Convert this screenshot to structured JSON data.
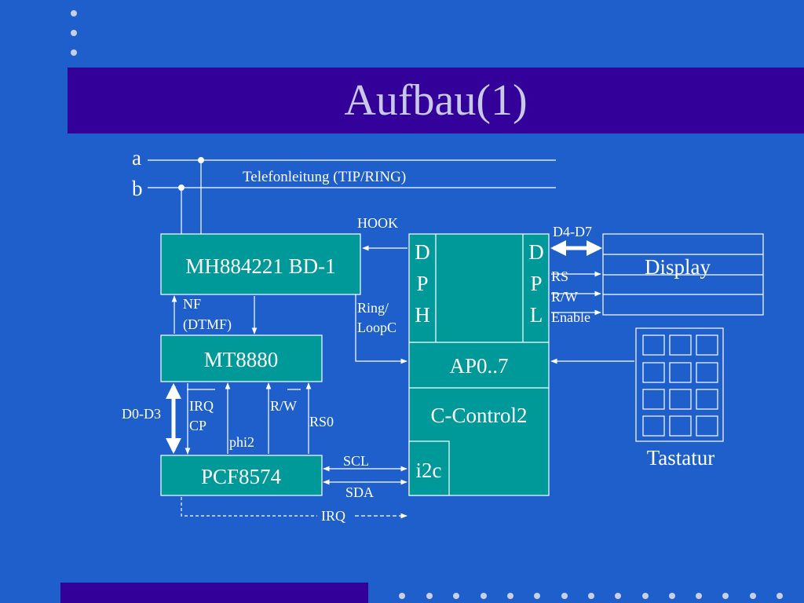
{
  "slide": {
    "title": "Aufbau(1)"
  },
  "colors": {
    "background": "#1f5fcc",
    "band": "#330099",
    "block_fill": "#009999",
    "line": "#ffffff",
    "title_text": "#c8c8e8"
  },
  "diagram": {
    "lines": {
      "a": "a",
      "b": "b",
      "telephone_line": "Telefonleitung (TIP/RING)"
    },
    "blocks": {
      "mh": "MH884221 BD-1",
      "mt": "MT8880",
      "pcf": "PCF8574",
      "ap": "AP0..7",
      "ccontrol": "C-Control2",
      "i2c": "i2c",
      "display": "Display",
      "keypad": "Tastatur"
    },
    "port_dph": [
      "D",
      "P",
      "H"
    ],
    "port_dpl": [
      "D",
      "P",
      "L"
    ],
    "signals": {
      "hook": "HOOK",
      "d4d7": "D4-D7",
      "rs": "RS",
      "rw_display": "R/W",
      "enable": "Enable",
      "ring": "Ring/",
      "loopc": "LoopC",
      "nf": "NF",
      "dtmf": "(DTMF)",
      "d0d3": "D0-D3",
      "irq_mt": "IRQ",
      "cp": "CP",
      "phi2": "phi2",
      "rw_mt": "R/W",
      "rs0": "RS0",
      "scl": "SCL",
      "sda": "SDA",
      "irq_bus": "IRQ"
    }
  }
}
